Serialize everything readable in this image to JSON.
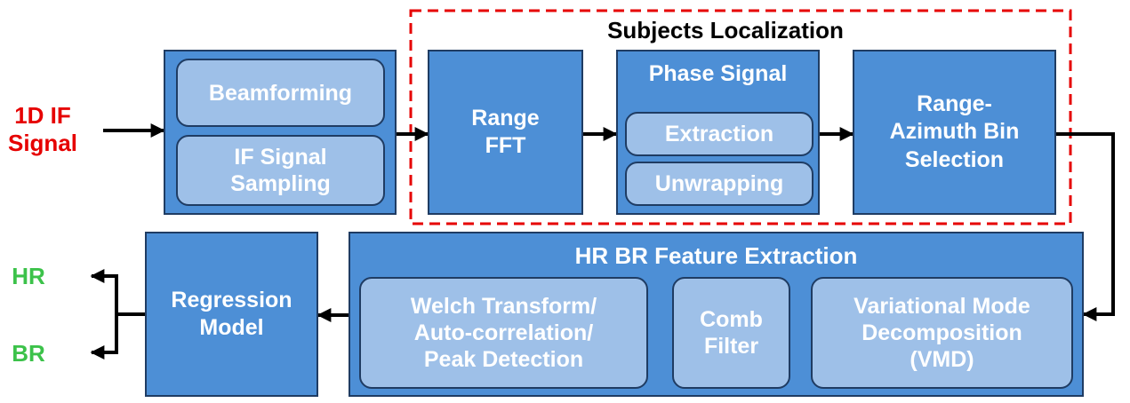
{
  "input": {
    "line1": "1D IF",
    "line2": "Signal"
  },
  "preprocessing": {
    "beamforming": "Beamforming",
    "sampling_line1": "IF Signal",
    "sampling_line2": "Sampling"
  },
  "subjects_localization": {
    "title": "Subjects Localization",
    "range_fft_line1": "Range",
    "range_fft_line2": "FFT",
    "phase_signal": {
      "title": "Phase Signal",
      "extraction": "Extraction",
      "unwrapping": "Unwrapping"
    },
    "bin_selection_line1": "Range-",
    "bin_selection_line2": "Azimuth Bin",
    "bin_selection_line3": "Selection"
  },
  "feature_extraction": {
    "title": "HR BR Feature Extraction",
    "vmd_line1": "Variational Mode",
    "vmd_line2": "Decomposition",
    "vmd_line3": "(VMD)",
    "comb_line1": "Comb",
    "comb_line2": "Filter",
    "welch_line1": "Welch Transform/",
    "welch_line2": "Auto-correlation/",
    "welch_line3": "Peak Detection"
  },
  "regression": {
    "line1": "Regression",
    "line2": "Model"
  },
  "outputs": {
    "hr": "HR",
    "br": "BR"
  },
  "colors": {
    "block_fill": "#4d8fd6",
    "inner_fill": "#9ec0e8",
    "border": "#1f3c63",
    "localization_outline": "#e60000",
    "input_text": "#e60000",
    "output_text": "#3cc24a"
  }
}
